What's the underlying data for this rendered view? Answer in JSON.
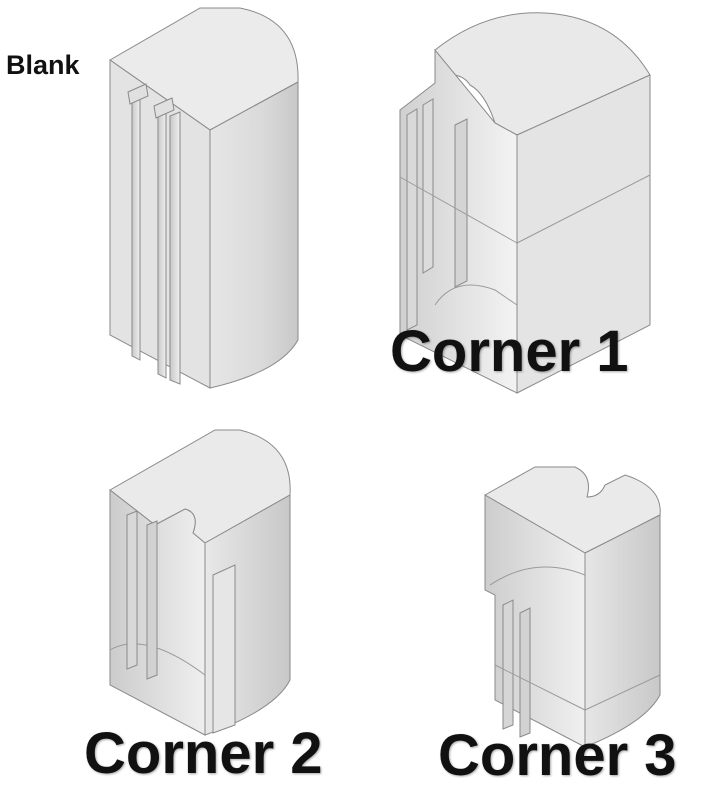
{
  "figure": {
    "parts": [
      {
        "id": "blank",
        "label": "Blank"
      },
      {
        "id": "corner1",
        "label": "Corner 1"
      },
      {
        "id": "corner2",
        "label": "Corner 2"
      },
      {
        "id": "corner3",
        "label": "Corner 3"
      }
    ]
  },
  "colors": {
    "face_light": "#e9e9e9",
    "face_mid": "#d6d6d6",
    "face_dark": "#bdbdbd",
    "edge": "#8a8a8a"
  }
}
